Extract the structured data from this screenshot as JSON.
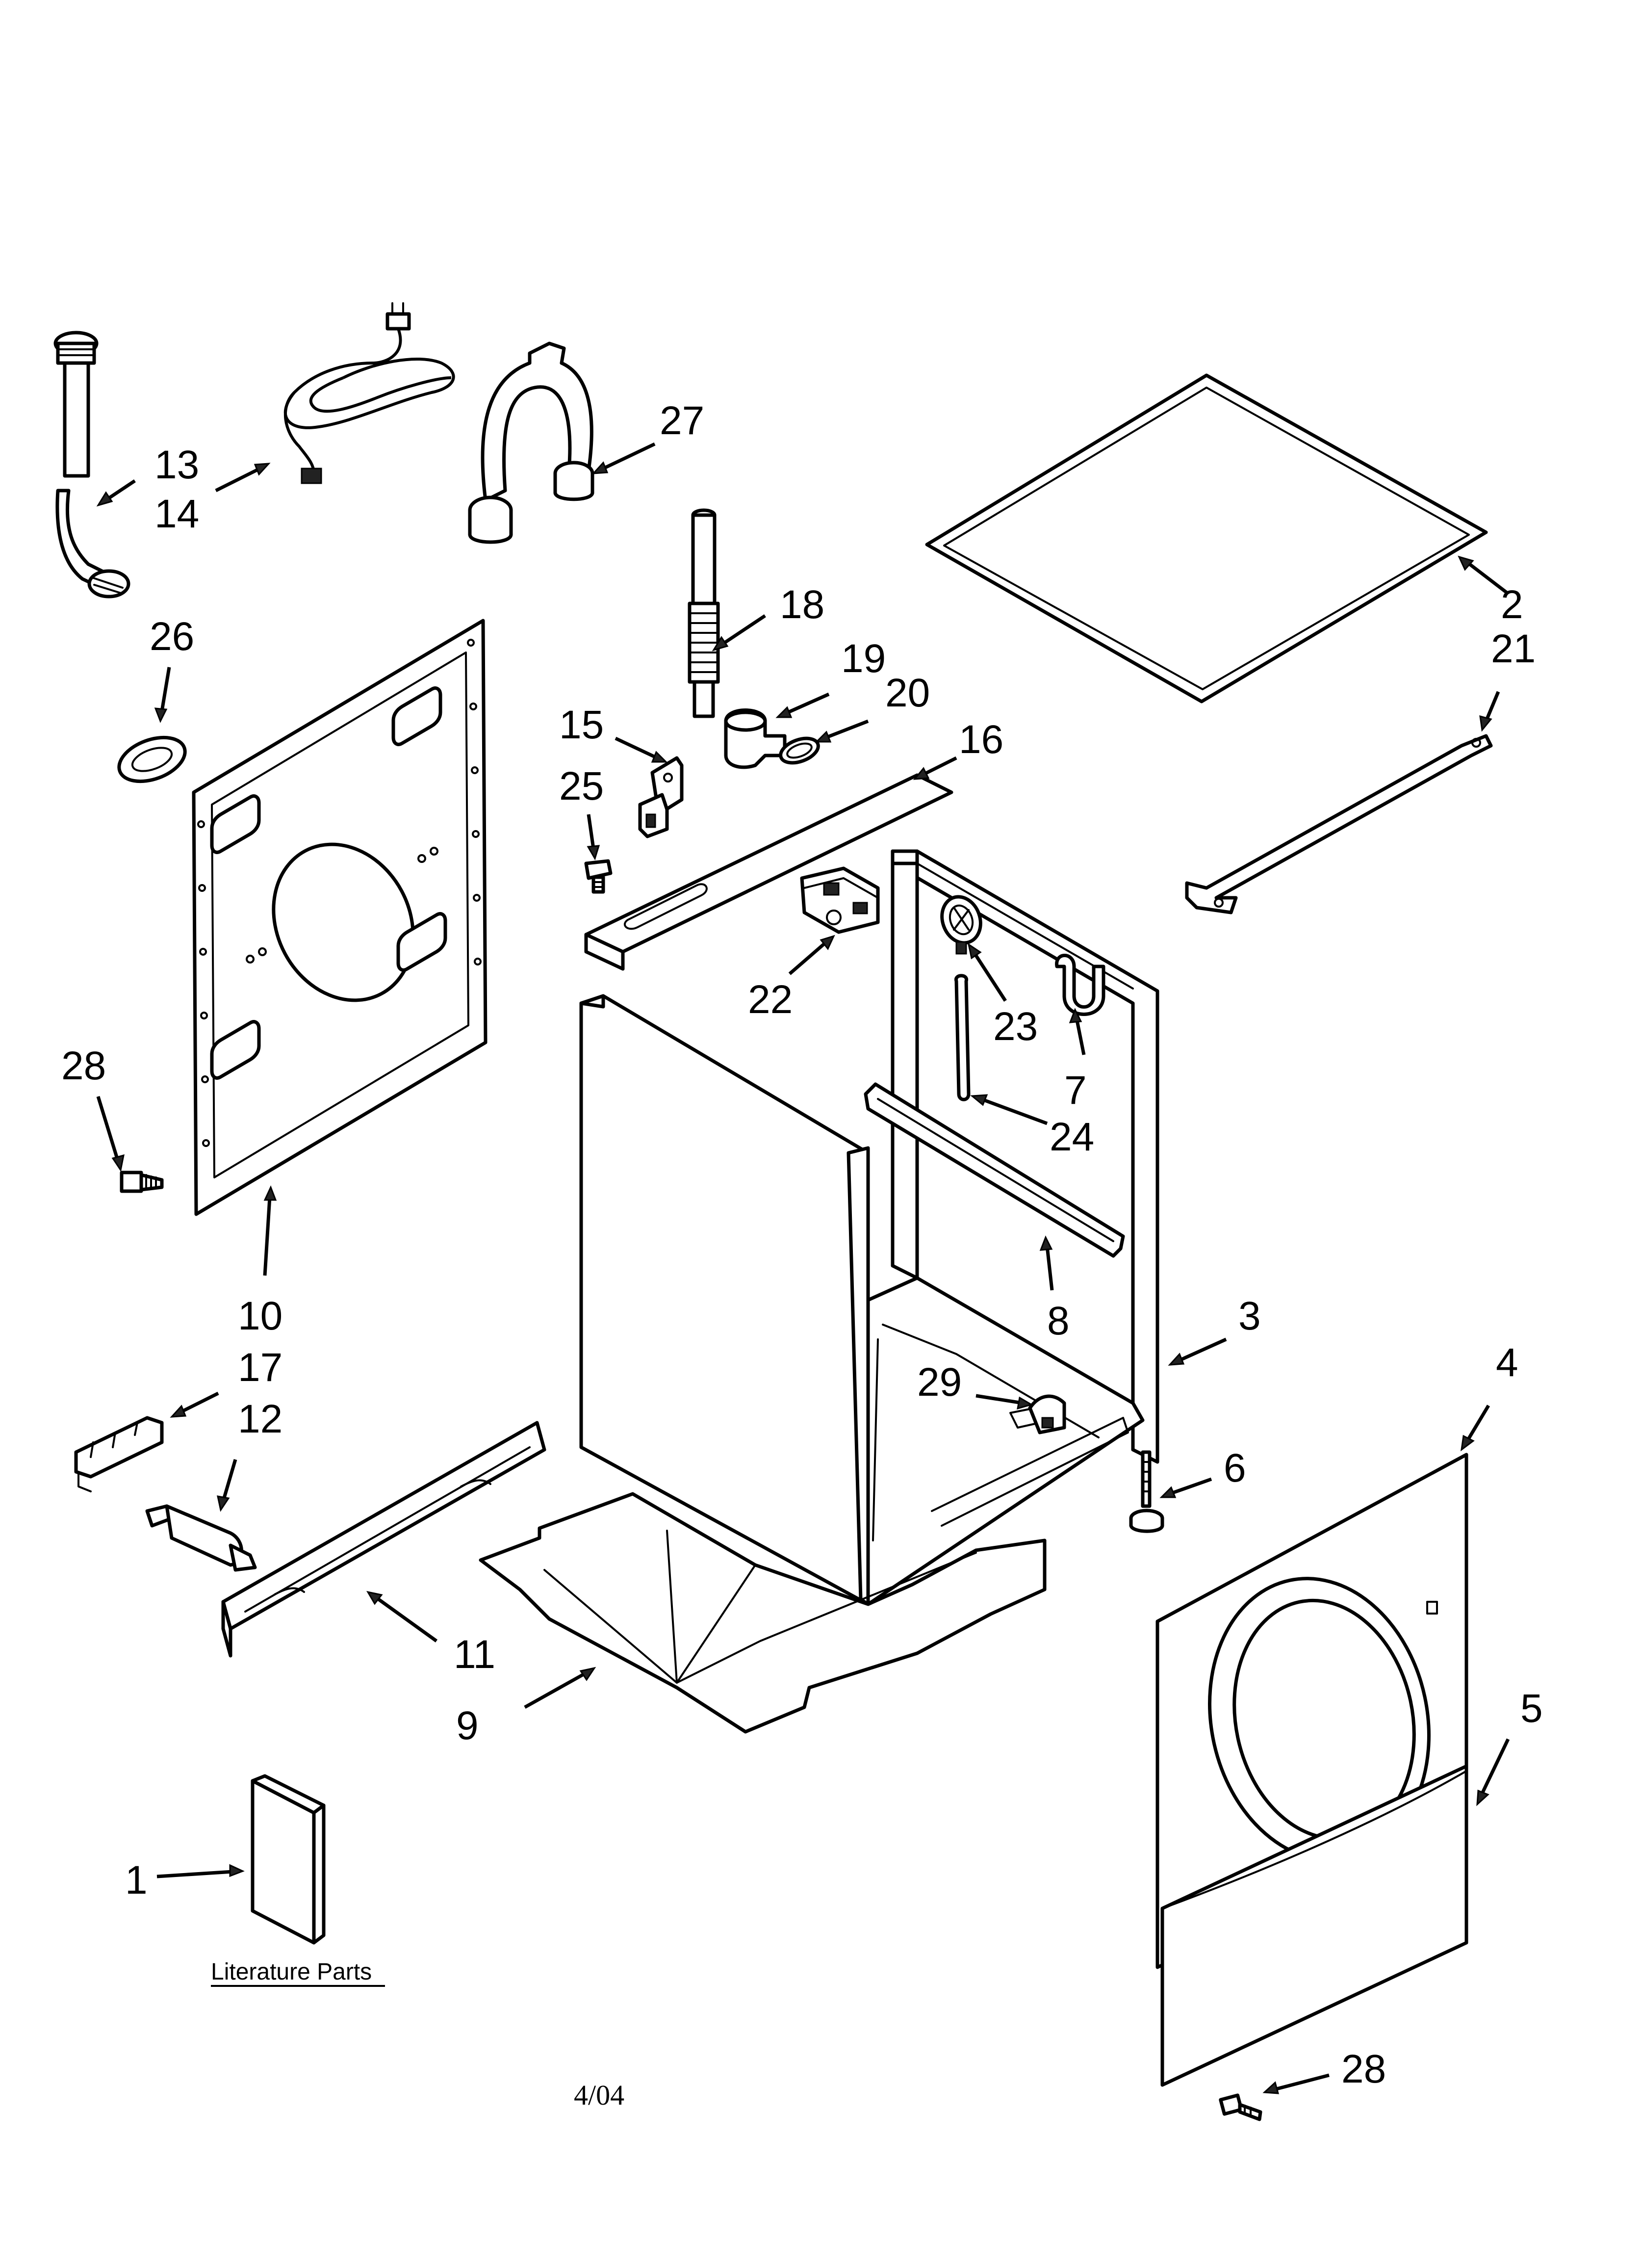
{
  "diagram": {
    "callouts": [
      {
        "id": "13",
        "label": "13"
      },
      {
        "id": "14",
        "label": "14"
      },
      {
        "id": "27",
        "label": "27"
      },
      {
        "id": "18",
        "label": "18"
      },
      {
        "id": "2",
        "label": "2"
      },
      {
        "id": "21",
        "label": "21"
      },
      {
        "id": "26",
        "label": "26"
      },
      {
        "id": "19",
        "label": "19"
      },
      {
        "id": "20",
        "label": "20"
      },
      {
        "id": "15",
        "label": "15"
      },
      {
        "id": "16",
        "label": "16"
      },
      {
        "id": "25",
        "label": "25"
      },
      {
        "id": "22",
        "label": "22"
      },
      {
        "id": "23",
        "label": "23"
      },
      {
        "id": "7",
        "label": "7"
      },
      {
        "id": "28a",
        "label": "28"
      },
      {
        "id": "24",
        "label": "24"
      },
      {
        "id": "10",
        "label": "10"
      },
      {
        "id": "8",
        "label": "8"
      },
      {
        "id": "3",
        "label": "3"
      },
      {
        "id": "17",
        "label": "17"
      },
      {
        "id": "4",
        "label": "4"
      },
      {
        "id": "12",
        "label": "12"
      },
      {
        "id": "29",
        "label": "29"
      },
      {
        "id": "6",
        "label": "6"
      },
      {
        "id": "11",
        "label": "11"
      },
      {
        "id": "9",
        "label": "9"
      },
      {
        "id": "5",
        "label": "5"
      },
      {
        "id": "1",
        "label": "1"
      },
      {
        "id": "28b",
        "label": "28"
      }
    ],
    "literature_caption": "Literature Parts",
    "date_code": "4/04"
  }
}
